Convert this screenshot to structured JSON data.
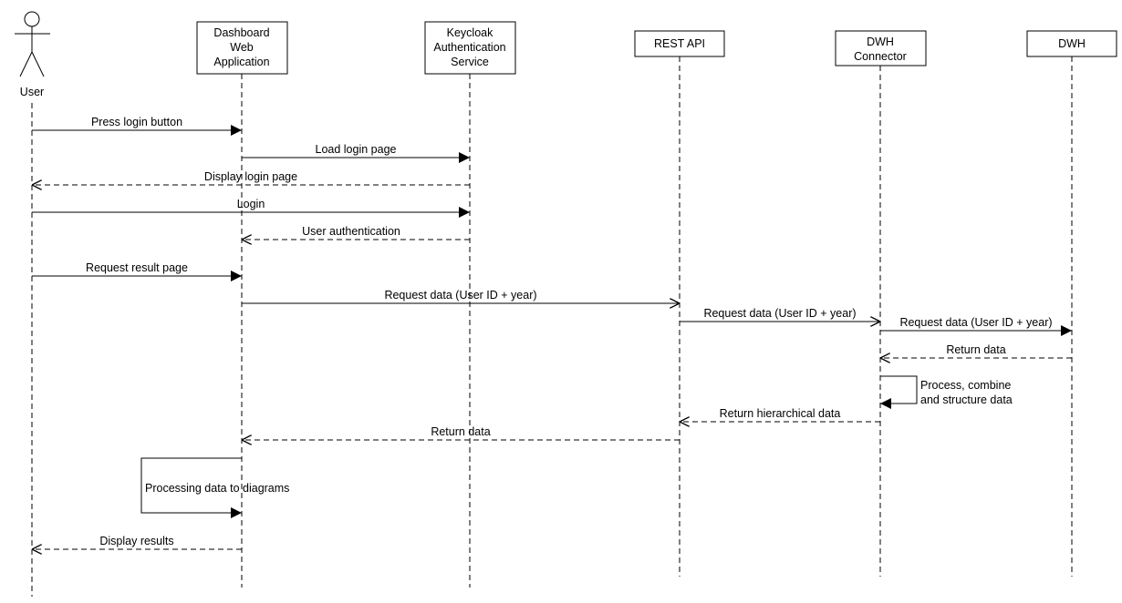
{
  "actor": {
    "label": "User"
  },
  "participants": [
    {
      "id": "web",
      "lines": [
        "Dashboard",
        "Web",
        "Application"
      ]
    },
    {
      "id": "kc",
      "lines": [
        "Keycloak",
        "Authentication",
        "Service"
      ]
    },
    {
      "id": "api",
      "lines": [
        "REST API"
      ]
    },
    {
      "id": "conn",
      "lines": [
        "DWH",
        "Connector"
      ]
    },
    {
      "id": "dwh",
      "lines": [
        "DWH"
      ]
    }
  ],
  "messages": [
    {
      "from": "user",
      "to": "web",
      "label": "Press login button",
      "kind": "sync"
    },
    {
      "from": "web",
      "to": "kc",
      "label": "Load login page",
      "kind": "sync"
    },
    {
      "from": "kc",
      "to": "user",
      "label": "Display login page",
      "kind": "reply"
    },
    {
      "from": "user",
      "to": "kc",
      "label": "Login",
      "kind": "sync"
    },
    {
      "from": "kc",
      "to": "web",
      "label": "User authentication",
      "kind": "reply"
    },
    {
      "from": "user",
      "to": "web",
      "label": "Request result page",
      "kind": "sync"
    },
    {
      "from": "web",
      "to": "api",
      "label": "Request data (User ID + year)",
      "kind": "async"
    },
    {
      "from": "api",
      "to": "conn",
      "label": "Request data (User ID + year)",
      "kind": "async"
    },
    {
      "from": "conn",
      "to": "dwh",
      "label": "Request data (User ID + year)",
      "kind": "sync"
    },
    {
      "from": "dwh",
      "to": "conn",
      "label": "Return data",
      "kind": "reply"
    },
    {
      "from": "conn",
      "to": "conn",
      "label": "Process, combine and structure data",
      "label_lines": [
        "Process, combine",
        "and structure data"
      ],
      "kind": "self"
    },
    {
      "from": "conn",
      "to": "api",
      "label": "Return hierarchical data",
      "kind": "reply"
    },
    {
      "from": "api",
      "to": "web",
      "label": "Return data",
      "kind": "reply"
    },
    {
      "from": "web",
      "to": "web",
      "label": "Processing data to diagrams",
      "kind": "self-left"
    },
    {
      "from": "web",
      "to": "user",
      "label": "Display results",
      "kind": "reply"
    }
  ]
}
